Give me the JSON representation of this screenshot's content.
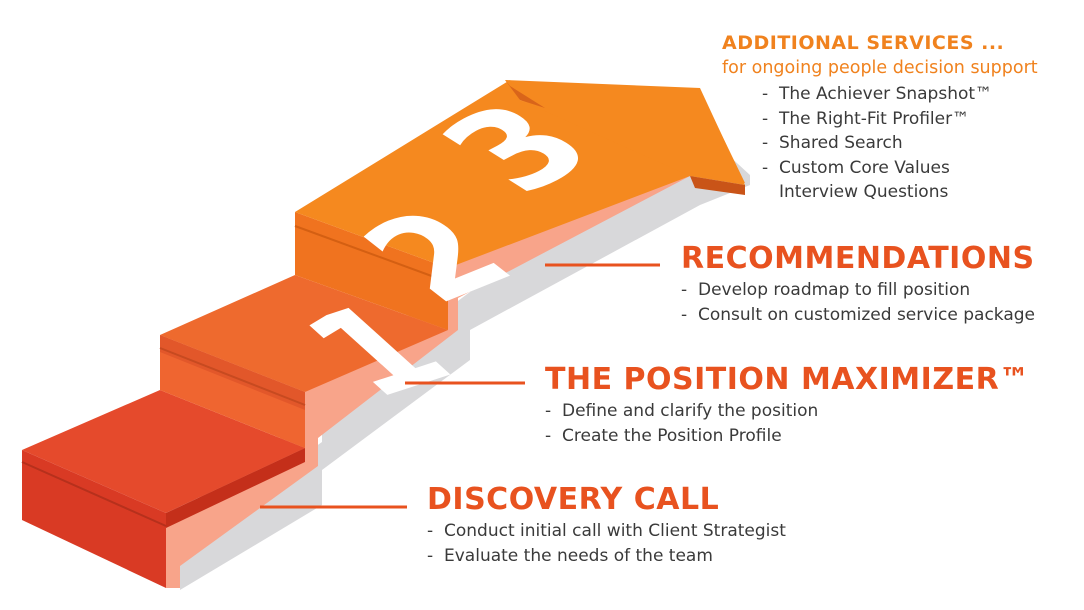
{
  "step_numbers": [
    "1",
    "2",
    "3"
  ],
  "colors": {
    "step1": "#e3442a",
    "step2": "#ec5f25",
    "step3": "#f08a22",
    "arrow": "#f5881f",
    "title_red": "#e8521f",
    "title_orange": "#f0821e",
    "text": "#3a3a3a",
    "shadow": "#d6d6d8",
    "pink_edge": "#f8a48a"
  },
  "additional_services": {
    "title": "ADDITIONAL SERVICES ...",
    "subtitle": "for ongoing people decision support",
    "items": [
      {
        "label": "The Achiever Snapshot™"
      },
      {
        "label": "The Right-Fit Profiler™"
      },
      {
        "label": "Shared Search"
      },
      {
        "label": "Custom Core Values",
        "line2": "Interview Questions"
      }
    ]
  },
  "recommendations": {
    "title": "RECOMMENDATIONS",
    "items": [
      "Develop roadmap to fill position",
      "Consult on customized service package"
    ]
  },
  "position_maximizer": {
    "title": "THE POSITION MAXIMIZER™",
    "items": [
      "Define and clarify the position",
      "Create the Position Profile"
    ]
  },
  "discovery_call": {
    "title": "DISCOVERY CALL",
    "items": [
      "Conduct initial call with Client Strategist",
      "Evaluate the needs of the team"
    ]
  }
}
